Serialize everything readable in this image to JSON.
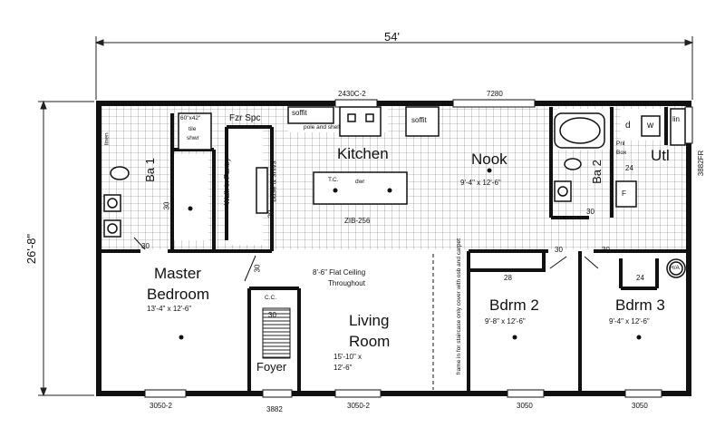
{
  "dimensions": {
    "width": "54'",
    "depth": "26'-8\""
  },
  "windows": {
    "top_kitchen": "2430C-2",
    "top_nook": "7280",
    "right_utility": "3882FR",
    "bottom_master": "3050-2",
    "bottom_foyer": "3882",
    "bottom_living": "3050-2",
    "bottom_bdrm2": "3050",
    "bottom_bdrm3": "3050"
  },
  "rooms": {
    "master": {
      "name_line1": "Master",
      "name_line2": "Bedroom",
      "size": "13'-4\" x 12'-6\""
    },
    "living": {
      "name_line1": "Living",
      "name_line2": "Room",
      "size_line1": "15'-10\" x",
      "size_line2": "12'-6\""
    },
    "bdrm2": {
      "name": "Bdrm 2",
      "size": "9'-8\" x 12'-6\""
    },
    "bdrm3": {
      "name": "Bdrm 3",
      "size": "9'-4\" x 12'-6\""
    },
    "nook": {
      "name": "Nook",
      "size": "9'-4\" x 12'-6\""
    },
    "kitchen": {
      "name": "Kitchen",
      "island": "ZIB-256"
    },
    "foyer": {
      "name": "Foyer"
    },
    "bath1": {
      "name": "Ba 1"
    },
    "bath2": {
      "name": "Ba 2"
    },
    "utility": {
      "name": "Utl"
    }
  },
  "notes": {
    "ceiling_line1": "8'-6\" Flat Ceiling",
    "ceiling_line2": "Throughout",
    "staircase": "frame in for staircase only cover with osb and carpet",
    "walk_in_pantry": "Walk-in Pantry",
    "base_shlvs": "base & shlvs",
    "fzr_spc": "Fzr Spc"
  },
  "fixtures": {
    "shower": "60\"x42\"",
    "tile": "tile",
    "shwr": "shwr",
    "linen": "linen",
    "soffit_left": "soffit",
    "soffit_right": "soffit",
    "tc": "T.C.",
    "dwr": "dwr",
    "pnl_box_line1": "Pnl",
    "pnl_box_line2": "Box",
    "dryer": "d",
    "washer": "w",
    "lin": "lin",
    "water_heater": "H/A",
    "coat_closet": "C.C.",
    "furnace": "F",
    "cabinet_note": "pole and shelf"
  },
  "door_sizes": {
    "d30_a": "30",
    "d30_b": "30",
    "d30_c": "30",
    "d30_d": "30",
    "d30_e": "30",
    "d30_f": "30",
    "d30_g": "30",
    "d30_h": "30",
    "d28": "28",
    "d24_a": "24",
    "d24_b": "24"
  }
}
